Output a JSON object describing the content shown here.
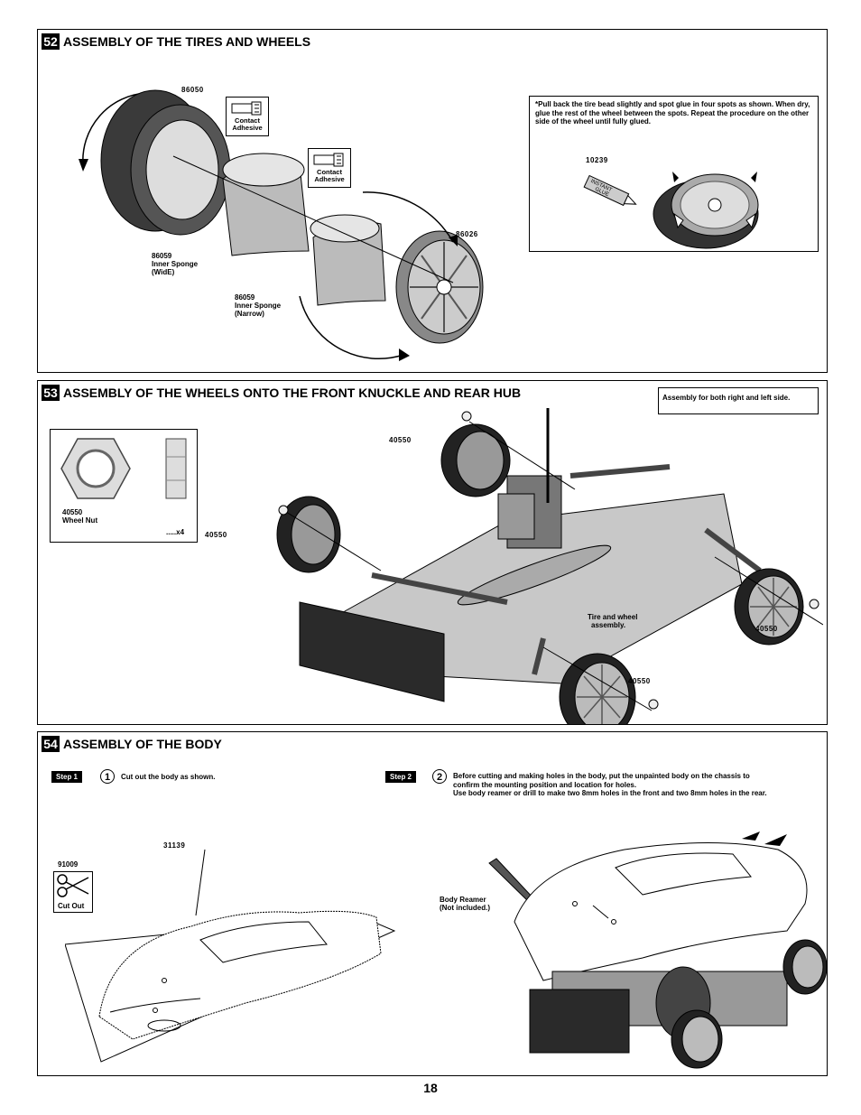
{
  "page_number": "18",
  "step52": {
    "num": "52",
    "title": "ASSEMBLY OF THE TIRES AND WHEELS",
    "part_tire": "86050",
    "part_wheel": "86026",
    "sponge_wide_num": "86059",
    "sponge_wide_l1": "Inner Sponge",
    "sponge_wide_l2": "(WidE)",
    "sponge_narrow_num": "86059",
    "sponge_narrow_l1": "Inner Sponge",
    "sponge_narrow_l2": "(Narrow)",
    "adhesive_l1": "Contact",
    "adhesive_l2": "Adhesive",
    "note": "*Pull back the tire bead slightly and spot glue in four spots as shown. When dry, glue the rest of the wheel between the spots. Repeat the procedure on the other side of the wheel until fully glued.",
    "glue_part": "10239",
    "glue_label_l1": "INSTANT",
    "glue_label_l2": "GLUE"
  },
  "step53": {
    "num": "53",
    "title": "ASSEMBLY OF THE WHEELS ONTO THE FRONT KNUCKLE AND REAR HUB",
    "note": "Assembly for both right and left side.",
    "nut_part": "40550",
    "nut_name": "Wheel Nut",
    "nut_qty": ".....x4",
    "callout_tl": "40550",
    "callout_ml": "40550",
    "callout_r": "40550",
    "callout_br": "40550",
    "tire_assembly_l1": "Tire and wheel",
    "tire_assembly_l2": "assembly."
  },
  "step54": {
    "num": "54",
    "title": "ASSEMBLY OF THE BODY",
    "step1_badge": "Step 1",
    "step1_circle": "1",
    "step1_text": "Cut out the  body as shown.",
    "step2_badge": "Step 2",
    "step2_circle": "2",
    "step2_l1": "Before cutting and making holes in the body, put the unpainted body on the chassis to",
    "step2_l2": "confirm the mounting position and location for holes.",
    "step2_l3": "Use body reamer or drill to make two 8mm holes in the front and two 8mm holes in the rear.",
    "body_part": "31139",
    "scissor_part": "91009",
    "cut_out": "Cut Out",
    "reamer_l1": "Body Reamer",
    "reamer_l2": "(Not included.)"
  }
}
